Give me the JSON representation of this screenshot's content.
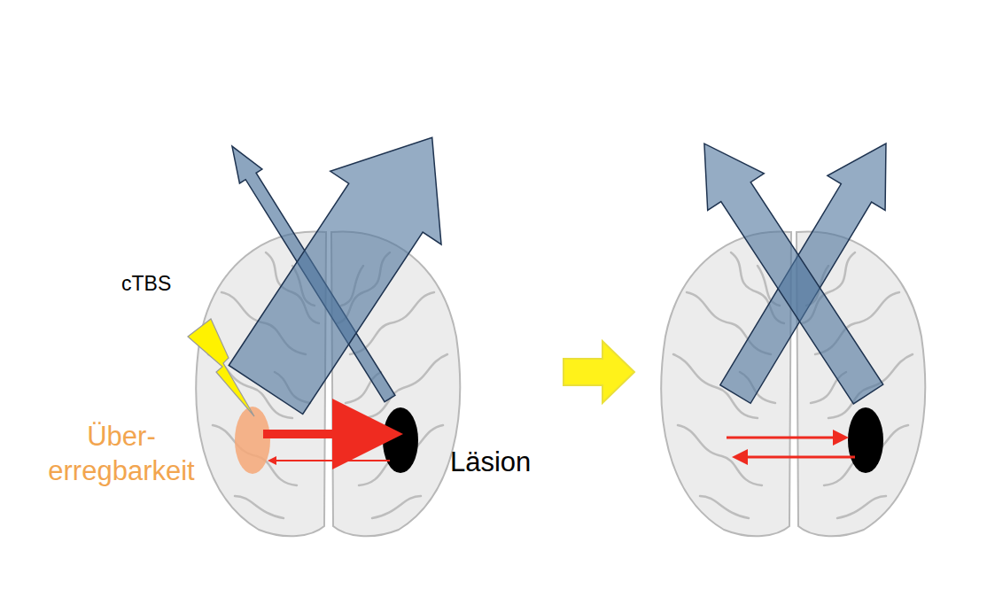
{
  "diagram": {
    "labels": [
      "cTBS",
      "Über- erregbarkeit",
      "Läsion"
    ]
  }
}
